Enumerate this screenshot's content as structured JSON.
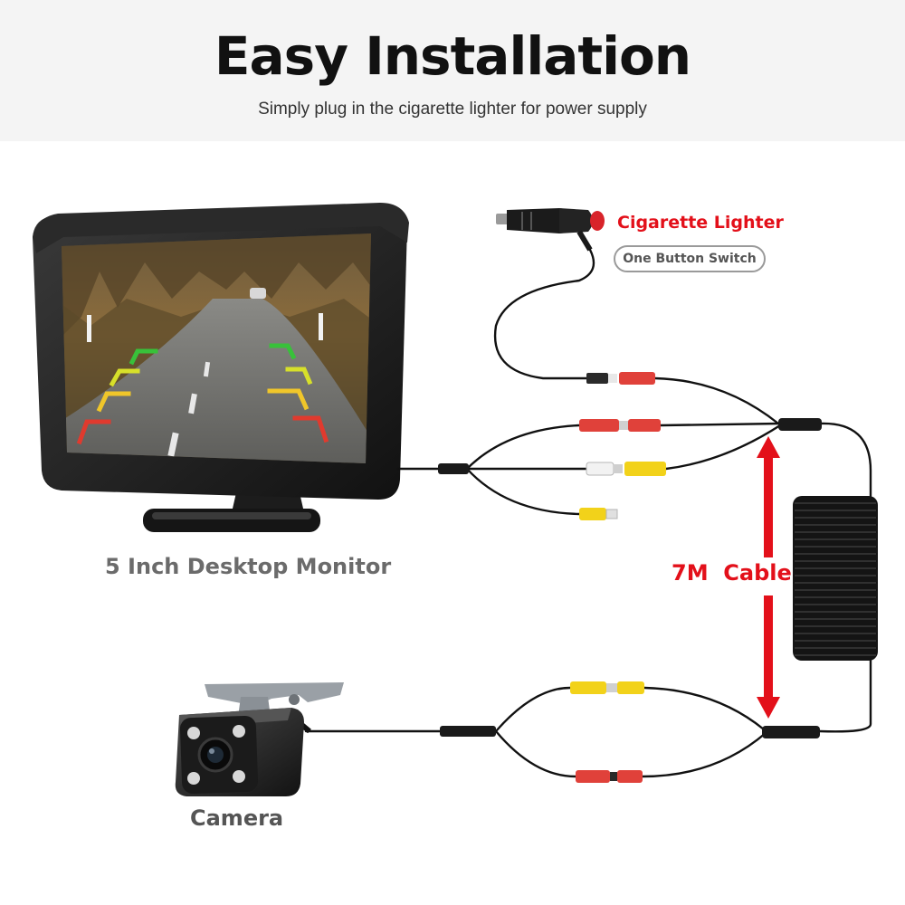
{
  "header": {
    "title": "Easy Installation",
    "subtitle": "Simply plug in the cigarette lighter for power supply"
  },
  "labels": {
    "cigarette_lighter": "Cigarette Lighter",
    "switch": "One Button Switch",
    "monitor": "5 Inch Desktop Monitor",
    "cable": "7M  Cable",
    "camera": "Camera"
  },
  "colors": {
    "header_bg": "#f4f4f4",
    "accent_red": "#e3101a",
    "connector_red": "#e0413a",
    "connector_yellow": "#f2d21a",
    "cable_black": "#111111"
  },
  "icons": [
    "monitor-icon",
    "camera-icon",
    "cigarette-lighter-plug-icon",
    "coiled-cable-icon"
  ]
}
